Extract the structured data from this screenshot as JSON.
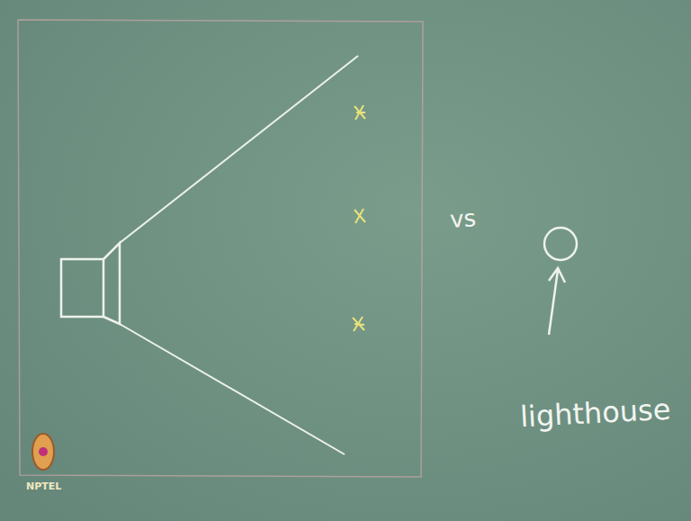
{
  "diagram": {
    "labels": [
      "vs",
      "lighthouse",
      "NPTEL"
    ]
  }
}
